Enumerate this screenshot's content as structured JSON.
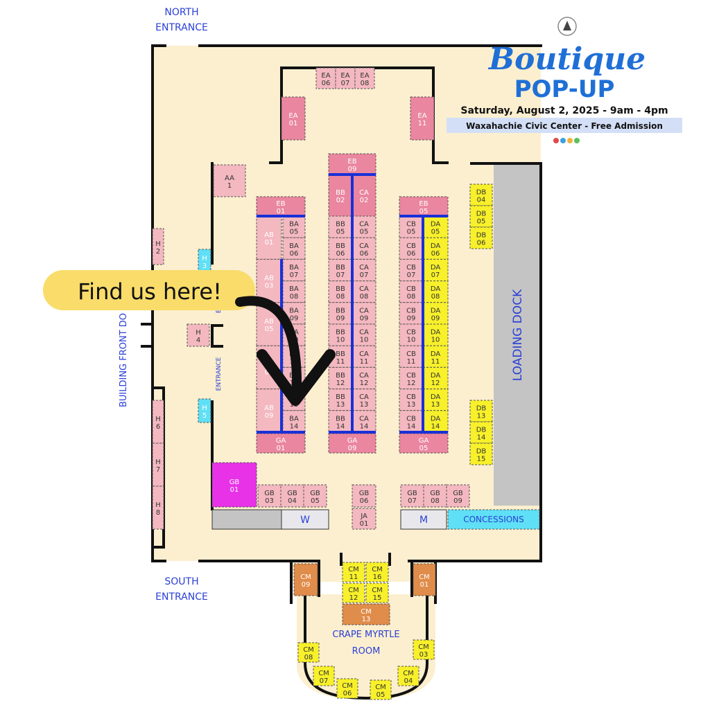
{
  "header": {
    "title_script": "Boutique",
    "title_main": "POP-UP",
    "date_line": "Saturday, August 2, 2025 - 9am - 4pm",
    "venue_line": "Waxahachie Civic Center - Free Admission"
  },
  "callout": {
    "text": "Find us here!"
  },
  "labels": {
    "north_entrance": [
      "NORTH",
      "ENTRANCE"
    ],
    "south_entrance": [
      "SOUTH",
      "ENTRANCE"
    ],
    "building_front": "BUILDING FRONT DO",
    "entrance_side_1": "ENTR",
    "entrance_side_2": "ENTRANCE",
    "loading_dock": "LOADING DOCK",
    "concessions": "CONCESSIONS",
    "w_room": "W",
    "m_room": "M",
    "crape_myrtle": [
      "CRAPE MYRTLE",
      "ROOM"
    ]
  },
  "colors": {
    "floor": "#fbefcf",
    "pink": "#f4b8c0",
    "dark_pink": "#ea86a0",
    "yellow": "#f7f02a",
    "magenta": "#e832e8",
    "orange": "#e08c4a",
    "cyan": "#5fe0f6",
    "gray": "#c4c4c4",
    "blue_line": "#1830d8",
    "label_blue": "#2a3fd6"
  },
  "booths": {
    "ea_top": [
      [
        "EA",
        "06"
      ],
      [
        "EA",
        "07"
      ],
      [
        "EA",
        "08"
      ]
    ],
    "ea_01": [
      "EA",
      "01"
    ],
    "ea_11": [
      "EA",
      "11"
    ],
    "aa_1": [
      "AA",
      "1"
    ],
    "eb_top": [
      "EB",
      "01"
    ],
    "eb_mid": [
      "EB",
      "09"
    ],
    "eb_right": [
      "EB",
      "05"
    ],
    "ab_col": [
      [
        "AB",
        "01"
      ],
      [
        "AB",
        "03"
      ],
      [
        "AB",
        "05"
      ],
      [
        "AB",
        "07"
      ],
      [
        "AB",
        "09"
      ]
    ],
    "ba_col": [
      [
        "BA",
        "05"
      ],
      [
        "BA",
        "06"
      ],
      [
        "BA",
        "07"
      ],
      [
        "BA",
        "08"
      ],
      [
        "BA",
        "09"
      ],
      [
        "BA",
        "10"
      ],
      [
        "BA",
        "11"
      ],
      [
        "BA",
        "12"
      ],
      [
        "BA",
        "13"
      ],
      [
        "BA",
        "14"
      ]
    ],
    "bb_top": [
      "BB",
      "02"
    ],
    "ca_top": [
      "CA",
      "02"
    ],
    "bb_col": [
      [
        "BB",
        "05"
      ],
      [
        "BB",
        "06"
      ],
      [
        "BB",
        "07"
      ],
      [
        "BB",
        "08"
      ],
      [
        "BB",
        "09"
      ],
      [
        "BB",
        "10"
      ],
      [
        "BB",
        "11"
      ],
      [
        "BB",
        "12"
      ],
      [
        "BB",
        "13"
      ],
      [
        "BB",
        "14"
      ]
    ],
    "ca_col": [
      [
        "CA",
        "05"
      ],
      [
        "CA",
        "06"
      ],
      [
        "CA",
        "07"
      ],
      [
        "CA",
        "08"
      ],
      [
        "CA",
        "09"
      ],
      [
        "CA",
        "10"
      ],
      [
        "CA",
        "11"
      ],
      [
        "CA",
        "12"
      ],
      [
        "CA",
        "13"
      ],
      [
        "CA",
        "14"
      ]
    ],
    "cb_col": [
      [
        "CB",
        "05"
      ],
      [
        "CB",
        "06"
      ],
      [
        "CB",
        "07"
      ],
      [
        "CB",
        "08"
      ],
      [
        "CB",
        "09"
      ],
      [
        "CB",
        "10"
      ],
      [
        "CB",
        "11"
      ],
      [
        "CB",
        "12"
      ],
      [
        "CB",
        "13"
      ],
      [
        "CB",
        "14"
      ]
    ],
    "da_col": [
      [
        "DA",
        "05"
      ],
      [
        "DA",
        "06"
      ],
      [
        "DA",
        "07"
      ],
      [
        "DA",
        "08"
      ],
      [
        "DA",
        "09"
      ],
      [
        "DA",
        "10"
      ],
      [
        "DA",
        "11"
      ],
      [
        "DA",
        "12"
      ],
      [
        "DA",
        "13"
      ],
      [
        "DA",
        "14"
      ]
    ],
    "ga_row": [
      [
        "GA",
        "01"
      ],
      [
        "GA",
        "09"
      ],
      [
        "GA",
        "05"
      ]
    ],
    "db_top": [
      [
        "DB",
        "04"
      ],
      [
        "DB",
        "05"
      ],
      [
        "DB",
        "06"
      ]
    ],
    "db_bottom": [
      [
        "DB",
        "13"
      ],
      [
        "DB",
        "14"
      ],
      [
        "DB",
        "15"
      ]
    ],
    "h_left": [
      [
        "H",
        "2"
      ],
      [
        "H",
        "6"
      ],
      [
        "H",
        "7"
      ],
      [
        "H",
        "8"
      ]
    ],
    "h_inner": [
      "H",
      "4"
    ],
    "h_cyan": [
      [
        "H",
        "3"
      ],
      [
        "H",
        "5"
      ]
    ],
    "gb_01": [
      "GB",
      "01"
    ],
    "gb_left": [
      [
        "GB",
        "03"
      ],
      [
        "GB",
        "04"
      ],
      [
        "GB",
        "05"
      ]
    ],
    "gb_mid": [
      "GB",
      "06"
    ],
    "ja_01": [
      "JA",
      "01"
    ],
    "gb_right": [
      [
        "GB",
        "07"
      ],
      [
        "GB",
        "08"
      ],
      [
        "GB",
        "09"
      ]
    ],
    "cm_side": [
      [
        "CM",
        "09"
      ],
      [
        "CM",
        "01"
      ]
    ],
    "cm_grid": [
      [
        "CM",
        "11"
      ],
      [
        "CM",
        "16"
      ],
      [
        "CM",
        "12"
      ],
      [
        "CM",
        "15"
      ]
    ],
    "cm_13": [
      "CM",
      "13"
    ],
    "cm_arc": [
      [
        "CM",
        "08"
      ],
      [
        "CM",
        "07"
      ],
      [
        "CM",
        "06"
      ],
      [
        "CM",
        "05"
      ],
      [
        "CM",
        "04"
      ],
      [
        "CM",
        "03"
      ]
    ]
  }
}
